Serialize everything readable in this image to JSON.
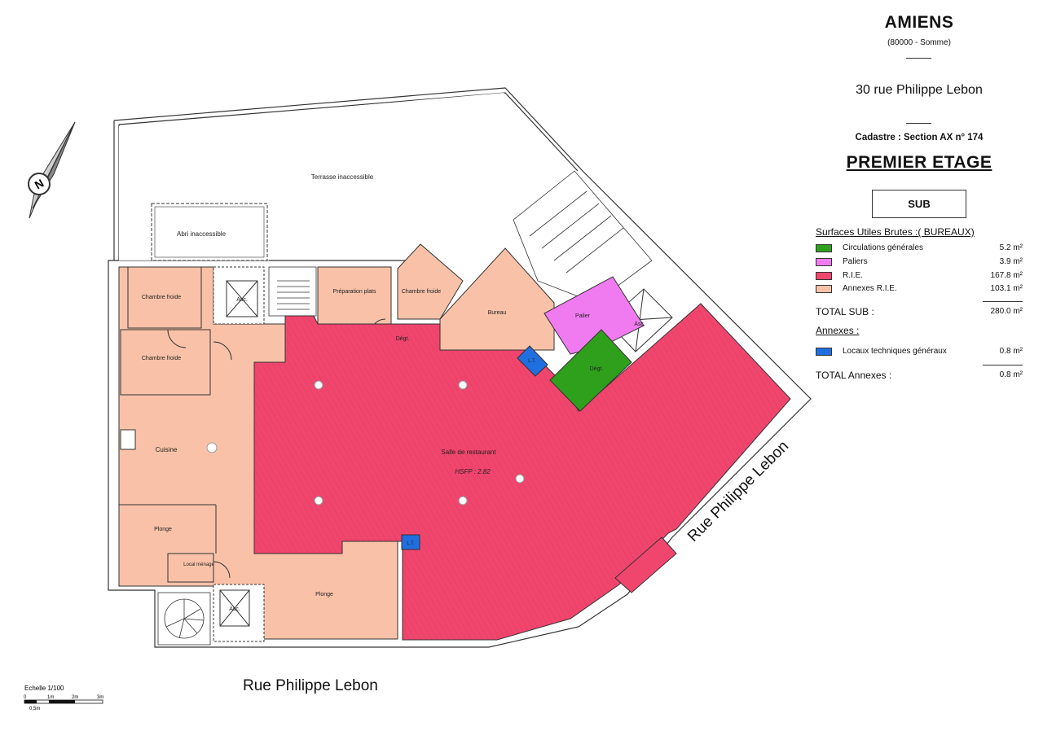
{
  "header": {
    "city": "AMIENS",
    "department": "(80000 - Somme)",
    "address": "30 rue Philippe Lebon",
    "cadastre": "Cadastre : Section AX n° 174",
    "level": "PREMIER ETAGE",
    "surface_type": "SUB"
  },
  "legend": {
    "title": "Surfaces Utiles Brutes :( BUREAUX)",
    "items": [
      {
        "label": "Circulations générales",
        "value": "5.2 m²",
        "color": "#2fa01c"
      },
      {
        "label": "Paliers",
        "value": "3.9 m²",
        "color": "#f07bf0"
      },
      {
        "label": "R.I.E.",
        "value": "167.8 m²",
        "color": "#f0466e"
      },
      {
        "label": "Annexes R.I.E.",
        "value": "103.1 m²",
        "color": "#f9c2a8"
      }
    ],
    "total_sub_label": "TOTAL SUB :",
    "total_sub_value": "280.0 m²",
    "annexes_title": "Annexes :",
    "annex_items": [
      {
        "label": "Locaux techniques généraux",
        "value": "0.8 m²",
        "color": "#1f6fe0"
      }
    ],
    "total_annexes_label": "TOTAL Annexes :",
    "total_annexes_value": "0.8 m²"
  },
  "plan": {
    "rooms": {
      "terrasse": "Terrasse inaccessible",
      "abri": "Abri inaccessible",
      "chambre_froide_1": "Chambre froide",
      "chambre_froide_2": "Chambre froide",
      "chambre_froide_3": "Chambre froide",
      "asc_1": "Asc.",
      "asc_2": "Asc.",
      "asc_3": "Asc.",
      "preparation": "Préparation plats",
      "bureau": "Bureau",
      "palier": "Palier",
      "degt_1": "Dégt.",
      "degt_2": "Dégt.",
      "cuisine": "Cuisine",
      "plonge_1": "Plonge",
      "plonge_2": "Plonge",
      "local_menage": "Local ménage",
      "salle_name": "Salle de restaurant",
      "salle_hsfp": "HSFP : 2.82",
      "lt_1": "L.T.",
      "lt_2": "L.T."
    },
    "north": "N",
    "street_bottom": "Rue Philippe Lebon",
    "street_diagonal": "Rue Philippe Lebon",
    "scale_label": "Echelle 1/100",
    "scale_ticks": [
      "0",
      "1m",
      "2m",
      "3m"
    ],
    "scale_sub": "0,5m"
  }
}
